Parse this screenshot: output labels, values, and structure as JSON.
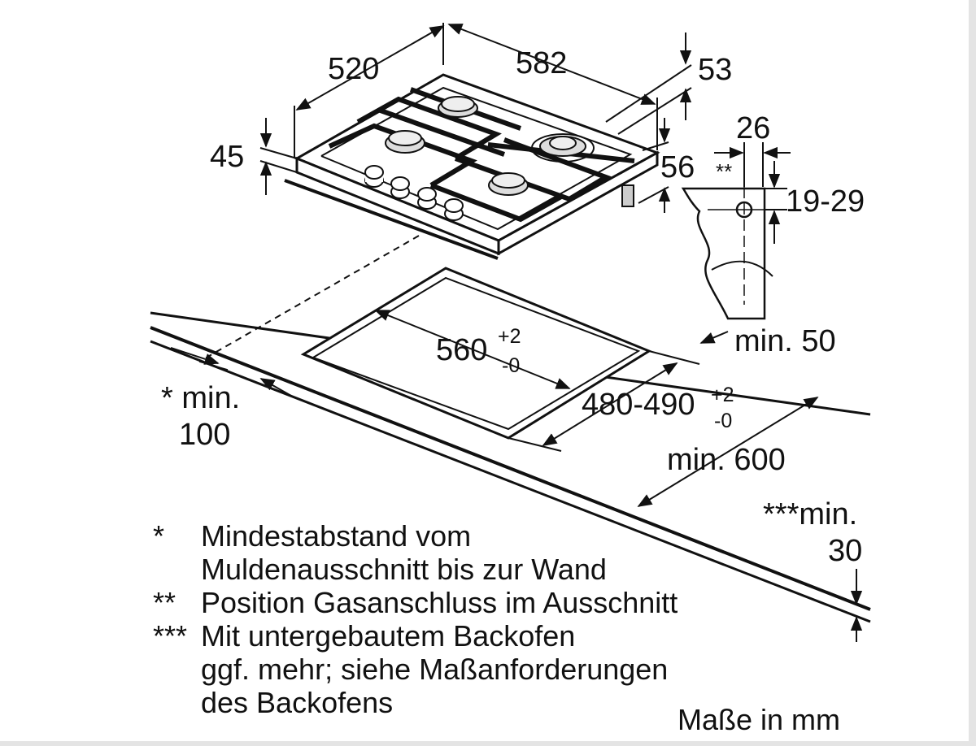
{
  "dimensions": {
    "width_520": "520",
    "depth_582": "582",
    "top_53": "53",
    "height_45": "45",
    "offset_56": "56",
    "gas_26": "26",
    "gas_marker": "**",
    "gas_19_29": "19-29",
    "cutout_560": "560",
    "cutout_560_plus": "+2",
    "cutout_560_minus": "-0",
    "min_50": "min. 50",
    "min_100_star": "* min.",
    "min_100_value": "100",
    "cutout_480_490": "480-490",
    "cutout_480_plus": "+2",
    "cutout_480_minus": "-0",
    "min_600": "min. 600",
    "min_30_label": "***min.",
    "min_30_value": "30"
  },
  "notes": [
    {
      "marker": "*",
      "lines": [
        "Mindestabstand vom",
        "Muldenausschnitt bis zur Wand"
      ]
    },
    {
      "marker": "**",
      "lines": [
        "Position Gasanschluss im Ausschnitt"
      ]
    },
    {
      "marker": "***",
      "lines": [
        "Mit untergebautem Backofen",
        "ggf. mehr; siehe Maßanforderungen",
        "des Backofens"
      ]
    }
  ],
  "units_label": "Maße in mm"
}
